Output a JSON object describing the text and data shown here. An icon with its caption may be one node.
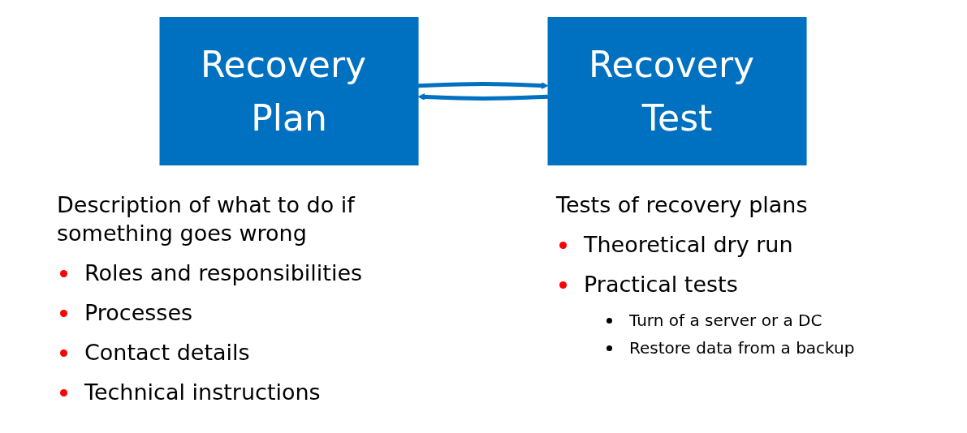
{
  "diagram": {
    "nodes": [
      {
        "text": [
          "Recovery Plan"
        ],
        "beside": [
          "Description of what to do if something goes wrong",
          "Roles and responsibilities",
          "Processes",
          "Contact details",
          "Technical instructions"
        ]
      },
      {
        "text": [
          "Recovery Test"
        ],
        "beside": [
          "Tests of recovery plans",
          "Theoretical dry run",
          "Practical tests",
          "Turn of a server or a DC",
          "Restore data from a backup"
        ]
      }
    ],
    "edges": [
      {
        "from": 0,
        "to": 1,
        "arrow": "to"
      },
      {
        "from": 1,
        "to": 0,
        "arrow": "to"
      }
    ]
  }
}
